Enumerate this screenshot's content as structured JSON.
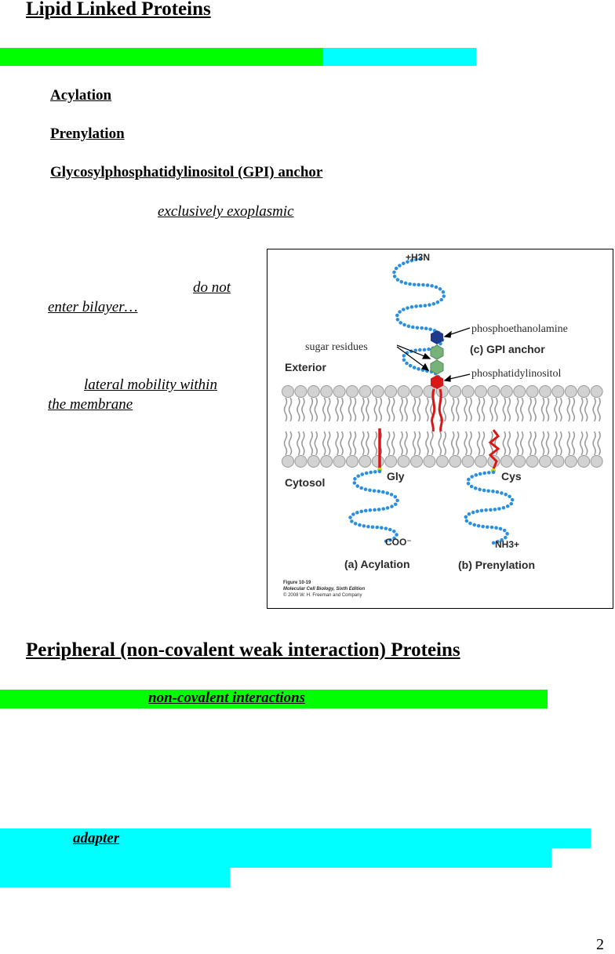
{
  "section1": {
    "title": "Lipid Linked Proteins",
    "items": [
      "Acylation",
      "Prenylation",
      "Glycosylphosphatidylinositol (GPI) anchor"
    ],
    "gpi_note": "exclusively exoplasmic",
    "note1_part1": "do not",
    "note1_part2": "enter bilayer…",
    "note2_part1": "lateral mobility within",
    "note2_part2": "the membrane"
  },
  "figure": {
    "labels": {
      "nterm": "+H3N",
      "phosphoethanolamine": "phosphoethanolamine",
      "gpi_anchor": "(c) GPI anchor",
      "sugar_residues": "sugar residues",
      "phosphatidylinositol": "phosphatidylinositol",
      "exterior": "Exterior",
      "cytosol": "Cytosol",
      "gly": "Gly",
      "cys": "Cys",
      "coo": "COO⁻",
      "nh3": "NH3+",
      "acylation": "(a) Acylation",
      "prenylation": "(b) Prenylation"
    },
    "caption": {
      "fig": "Figure 10-19",
      "book": "Molecular Cell Biology, Sixth Edition",
      "copyright": "© 2008 W. H. Freeman and Company"
    },
    "colors": {
      "chain": "#2a8fe0",
      "lipid_red": "#d81818",
      "sugar_green": "#78b27a",
      "phospho_blue": "#1f3a8a",
      "head_grey": "#d2d2d2"
    }
  },
  "section2": {
    "title": "Peripheral (non-covalent weak interaction) Proteins",
    "highlight_text": "non-covalent interactions",
    "adapter_text": "adapter"
  },
  "page_number": "2",
  "highlight_colors": {
    "green": "#00ff00",
    "cyan": "#00ffff"
  }
}
